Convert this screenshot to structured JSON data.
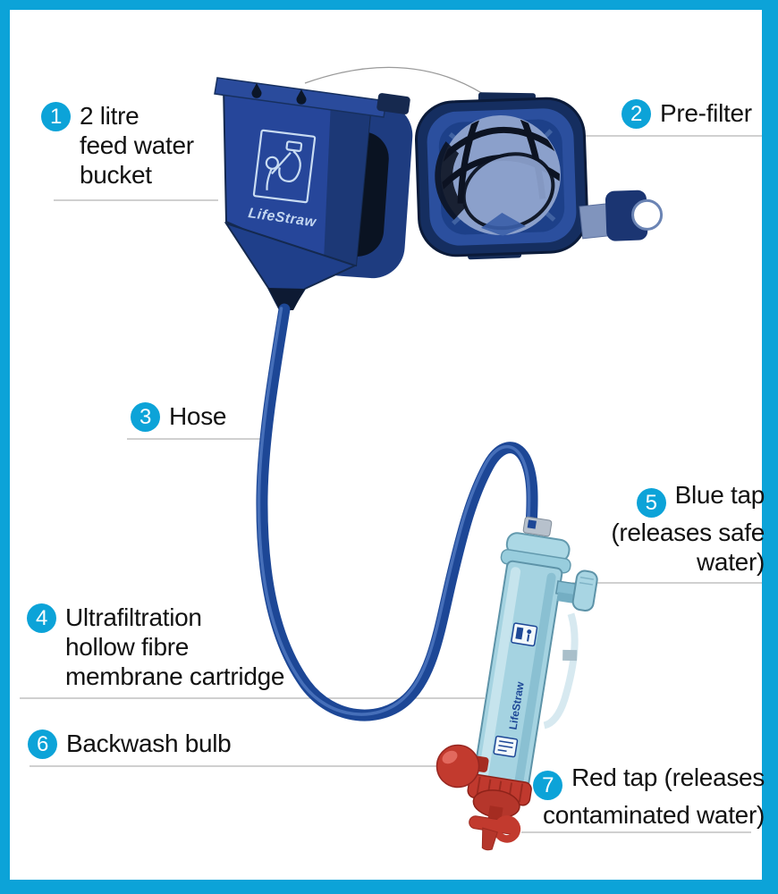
{
  "figure": {
    "brand": "LifeStraw",
    "labels": [
      {
        "number": "1",
        "lines": [
          "2 litre",
          "feed water",
          "bucket"
        ]
      },
      {
        "number": "2",
        "lines": [
          "Pre-filter"
        ]
      },
      {
        "number": "3",
        "lines": [
          "Hose"
        ]
      },
      {
        "number": "4",
        "lines": [
          "Ultrafiltration",
          "hollow fibre",
          "membrane cartridge"
        ]
      },
      {
        "number": "5",
        "lines": [
          "Blue tap",
          "(releases safe",
          "water)"
        ]
      },
      {
        "number": "6",
        "lines": [
          "Backwash bulb"
        ]
      },
      {
        "number": "7",
        "lines": [
          "Red tap (releases",
          "contaminated water)"
        ]
      }
    ],
    "colors": {
      "accent_cyan": "#0ca3d8",
      "bucket_blue": "#26469a",
      "hose_blue": "#1d4796",
      "cartridge_blue": "#a5d3e1",
      "red": "#c23a2e",
      "leader_gray": "#b5b5b5",
      "text": "#121212"
    }
  }
}
